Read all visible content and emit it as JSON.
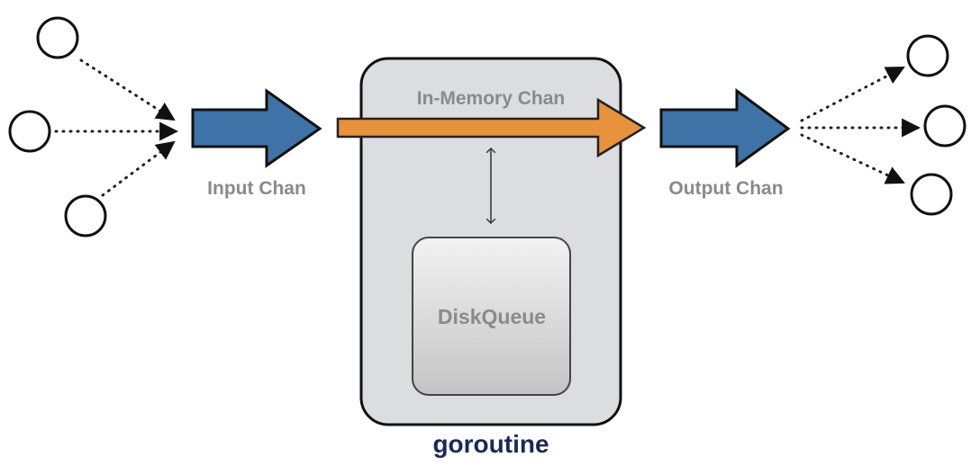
{
  "diagram": {
    "labels": {
      "input_chan": "Input Chan",
      "in_memory_chan": "In-Memory Chan",
      "output_chan": "Output Chan",
      "disk_queue": "DiskQueue",
      "goroutine": "goroutine"
    },
    "colors": {
      "blue_arrow": "#3f73a8",
      "orange_arrow": "#e8913f",
      "container_fill": "#dcdde1",
      "label_gray": "#8a8a8a",
      "goroutine_text": "#1c2a52"
    },
    "producers_count": 3,
    "consumers_count": 3
  }
}
